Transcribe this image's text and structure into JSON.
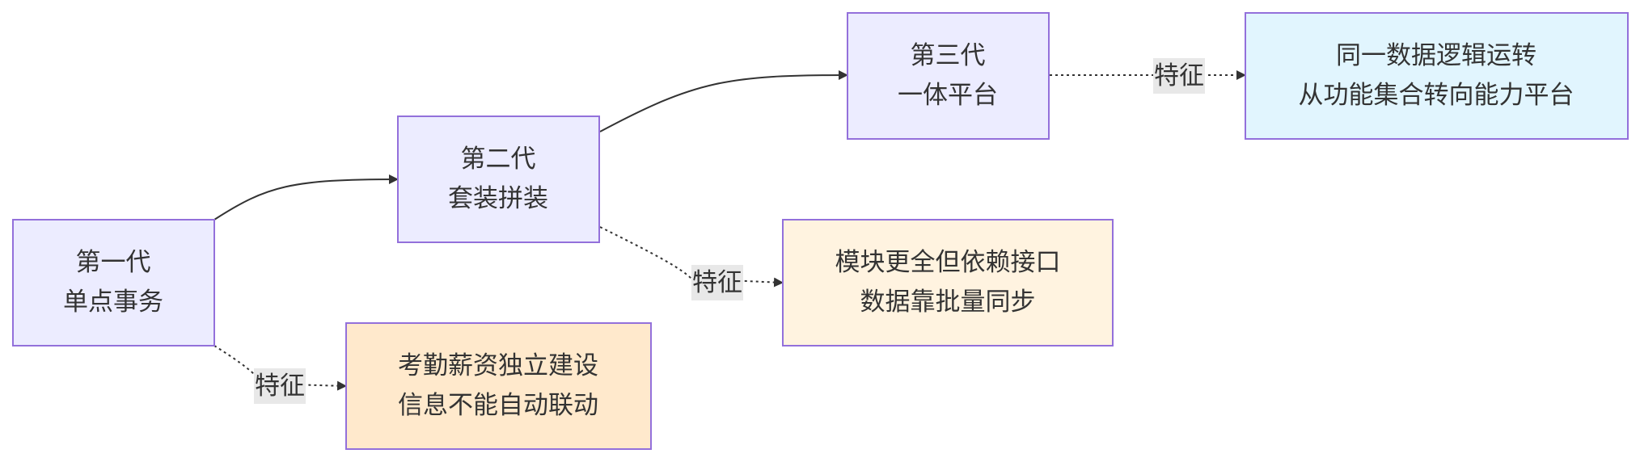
{
  "colors": {
    "gen_fill": "#ececff",
    "gen_stroke": "#9370db",
    "feat3_fill": "#e1f5fe",
    "feat2_fill": "#fff3e0",
    "feat1_fill": "#ffe9cc",
    "edge": "#333333",
    "label_bg": "#e8e8e8"
  },
  "nodes": {
    "gen1": {
      "lines": [
        "第一代",
        "单点事务"
      ]
    },
    "gen2": {
      "lines": [
        "第二代",
        "套装拼装"
      ]
    },
    "gen3": {
      "lines": [
        "第三代",
        "一体平台"
      ]
    },
    "feature1": {
      "lines": [
        "考勤薪资独立建设",
        "信息不能自动联动"
      ]
    },
    "feature2": {
      "lines": [
        "模块更全但依赖接口",
        "数据靠批量同步"
      ]
    },
    "feature3": {
      "lines": [
        "同一数据逻辑运转",
        "从功能集合转向能力平台"
      ]
    }
  },
  "edges": {
    "label_feature": "特征"
  }
}
